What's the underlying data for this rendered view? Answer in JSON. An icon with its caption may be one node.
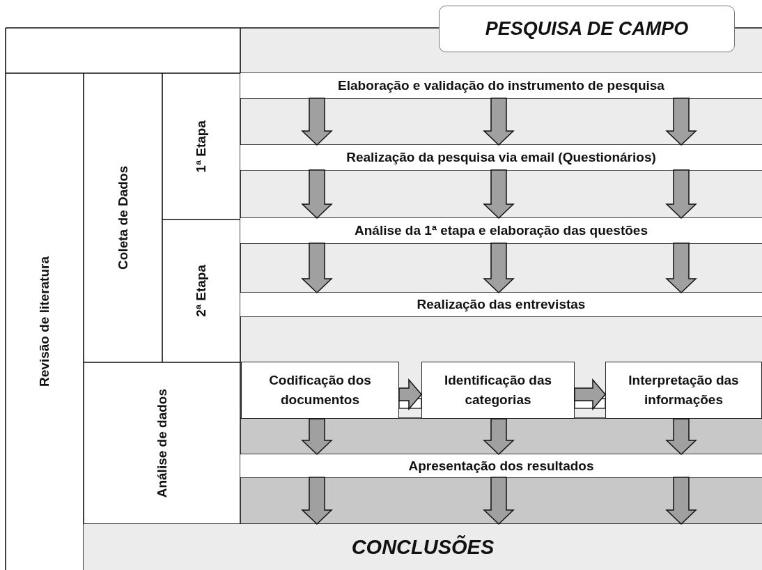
{
  "diagram": {
    "nodes": [
      {
        "text": [
          "PESQUISA DE CAMPO"
        ]
      },
      {
        "text": [
          "Revisão de literatura"
        ]
      },
      {
        "text": [
          "Coleta de Dados"
        ]
      },
      {
        "text": [
          "1ª Etapa"
        ]
      },
      {
        "text": [
          "2ª Etapa"
        ]
      },
      {
        "text": [
          "Análise de dados"
        ]
      },
      {
        "text": [
          "Elaboração e validação do instrumento de pesquisa"
        ]
      },
      {
        "text": [
          "Realização da pesquisa via email (Questionários)"
        ]
      },
      {
        "text": [
          "Análise da 1ª etapa e elaboração das questões"
        ]
      },
      {
        "text": [
          "Realização das entrevistas"
        ]
      },
      {
        "text": [
          "Codificação dos documentos"
        ]
      },
      {
        "text": [
          "Identificação das categorias"
        ]
      },
      {
        "text": [
          "Interpretação das informações"
        ]
      },
      {
        "text": [
          "Apresentação dos resultados"
        ]
      },
      {
        "text": [
          "CONCLUSÕES"
        ]
      }
    ],
    "edges": [
      {
        "from": 6,
        "to": 7,
        "arrow": "to"
      },
      {
        "from": 6,
        "to": 7,
        "arrow": "to"
      },
      {
        "from": 6,
        "to": 7,
        "arrow": "to"
      },
      {
        "from": 7,
        "to": 8,
        "arrow": "to"
      },
      {
        "from": 7,
        "to": 8,
        "arrow": "to"
      },
      {
        "from": 7,
        "to": 8,
        "arrow": "to"
      },
      {
        "from": 8,
        "to": 9,
        "arrow": "to"
      },
      {
        "from": 8,
        "to": 9,
        "arrow": "to"
      },
      {
        "from": 8,
        "to": 9,
        "arrow": "to"
      },
      {
        "from": 10,
        "to": 11,
        "arrow": "to"
      },
      {
        "from": 11,
        "to": 12,
        "arrow": "to"
      },
      {
        "from": 10,
        "to": 13,
        "arrow": "to"
      },
      {
        "from": 11,
        "to": 13,
        "arrow": "to"
      },
      {
        "from": 12,
        "to": 13,
        "arrow": "to"
      },
      {
        "from": 13,
        "to": 14,
        "arrow": "to"
      },
      {
        "from": 13,
        "to": 14,
        "arrow": "to"
      },
      {
        "from": 13,
        "to": 14,
        "arrow": "to"
      }
    ]
  }
}
